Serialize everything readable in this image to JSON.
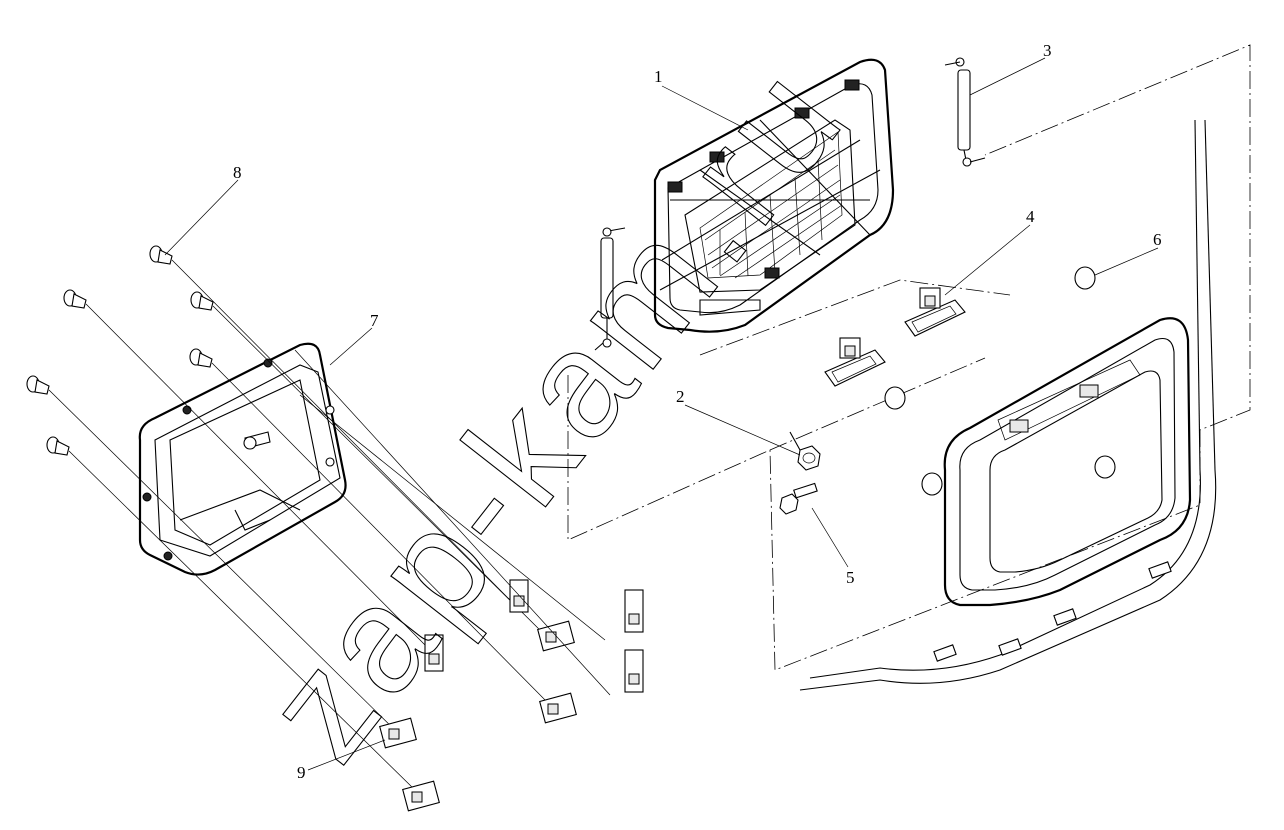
{
  "callouts": [
    {
      "id": "1",
      "label": "1"
    },
    {
      "id": "2",
      "label": "2"
    },
    {
      "id": "3",
      "label": "3"
    },
    {
      "id": "4",
      "label": "4"
    },
    {
      "id": "5",
      "label": "5"
    },
    {
      "id": "6",
      "label": "6"
    },
    {
      "id": "7",
      "label": "7"
    },
    {
      "id": "8",
      "label": "8"
    },
    {
      "id": "9",
      "label": "9"
    }
  ],
  "watermark": "zap-kam.ru",
  "colors": {
    "line": "#000000",
    "background": "#ffffff"
  }
}
